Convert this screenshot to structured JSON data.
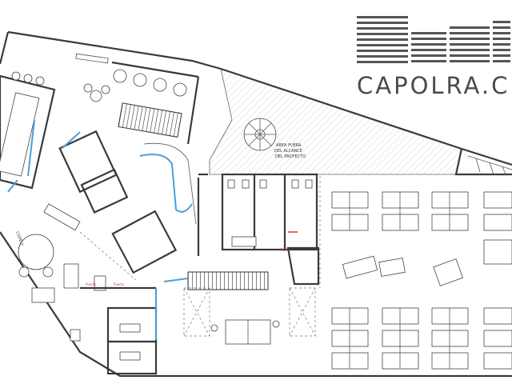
{
  "brand": {
    "name": "CAPOLRA.C",
    "accent": "#4a9fd8",
    "wall_color": "#3a3a3a"
  },
  "plan": {
    "zone_note": [
      "AREA FUERA",
      "DEL ALCANCE",
      "DEL PROYECTO"
    ],
    "room_label": "COPELY",
    "door_tag": "Puerta",
    "icons": [
      "logo-bars-icon",
      "spiral-stair-icon",
      "stair-icon",
      "toilet-icon",
      "desk-icon",
      "chair-icon"
    ]
  }
}
